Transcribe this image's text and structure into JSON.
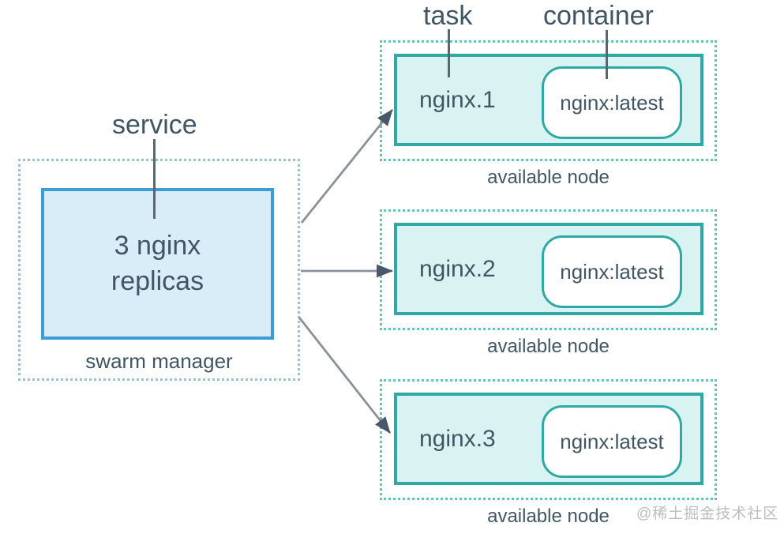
{
  "annotations": {
    "task": "task",
    "container": "container",
    "service": "service"
  },
  "swarm_manager": {
    "service_text": "3 nginx replicas",
    "label": "swarm manager"
  },
  "nodes": [
    {
      "task_name": "nginx.1",
      "container_image": "nginx:latest",
      "label": "available node"
    },
    {
      "task_name": "nginx.2",
      "container_image": "nginx:latest",
      "label": "available node"
    },
    {
      "task_name": "nginx.3",
      "container_image": "nginx:latest",
      "label": "available node"
    }
  ],
  "watermark": "@稀土掘金技术社区",
  "colors": {
    "text": "#415664",
    "pointer": "#5a6671",
    "service_border": "#3b9cd6",
    "service_fill": "#d9edf9",
    "manager_dotted": "#8ec4e8",
    "node_border": "#2fa9a5",
    "node_fill": "#d9f3f3",
    "node_dotted": "#67c4b4",
    "arrow_line": "#8b9199",
    "arrow_head": "#46586a",
    "watermark": "#b9bec3"
  }
}
